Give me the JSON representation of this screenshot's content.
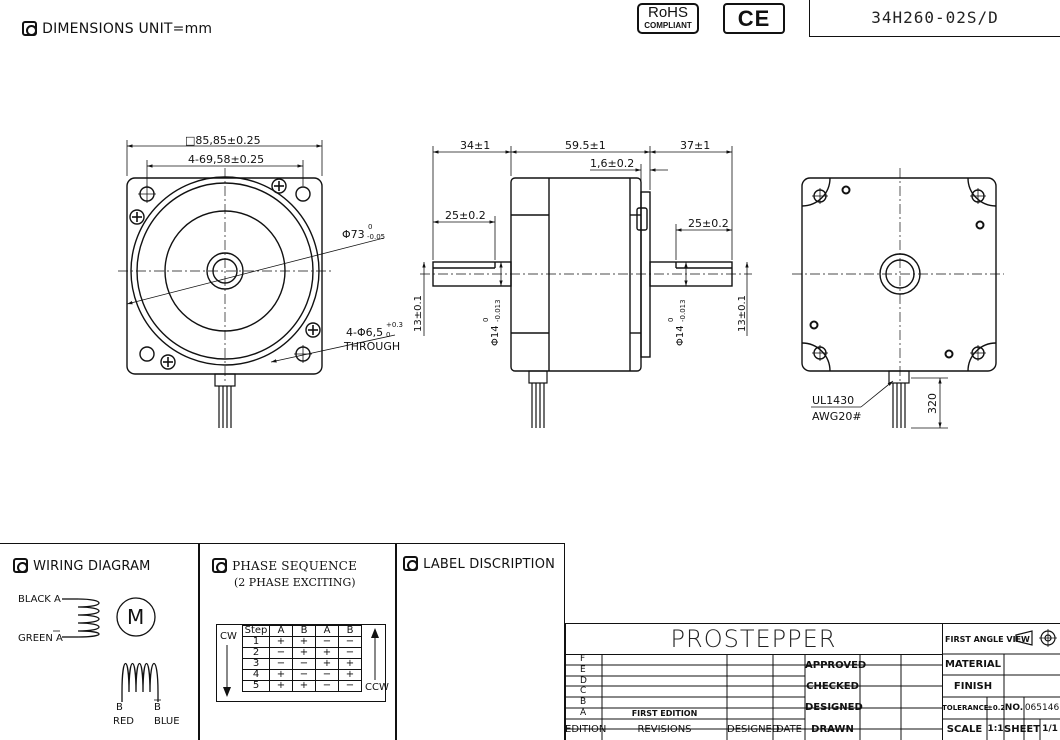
{
  "header": {
    "dimensions_label": "DIMENSIONS UNIT=mm",
    "rohs_line1": "RoHS",
    "rohs_line2": "COMPLIANT",
    "ce_mark": "CE",
    "part_number": "34H260-02S/D"
  },
  "front_view": {
    "dim_square": "□85,85±0.25",
    "dim_hole_spacing": "4-69,58±0.25",
    "dim_pilot": "Φ73",
    "dim_pilot_tol_upper": "0",
    "dim_pilot_tol_lower": "-0.05",
    "dim_holes": "4-Φ6,5",
    "dim_holes_tol_upper": "+0.3",
    "dim_holes_tol_lower": "0",
    "dim_holes_note": "THROUGH"
  },
  "side_view": {
    "dim_shaft_front": "34±1",
    "dim_body": "59.5±1",
    "dim_shaft_rear": "37±1",
    "dim_flange": "1,6±0.2",
    "dim_flat_front": "25±0.2",
    "dim_flat_rear": "25±0.2",
    "dim_flat_height_left": "13±0.1",
    "dim_flat_height_right": "13±0.1",
    "dim_shaft_dia_left": "Φ14",
    "dim_shaft_dia_left_tol_upper": "0",
    "dim_shaft_dia_left_tol_lower": "-0.013",
    "dim_shaft_dia_right": "Φ14",
    "dim_shaft_dia_right_tol_upper": "0",
    "dim_shaft_dia_right_tol_lower": "-0.013"
  },
  "rear_view": {
    "cable_standard": "UL1430",
    "cable_gauge": "AWG20#",
    "cable_length": "320"
  },
  "wiring": {
    "title": "WIRING DIAGRAM",
    "black_a": "BLACK A",
    "green_a_bar": "GREEN A",
    "motor_symbol": "M",
    "b_label": "B",
    "b_bar_label": "B",
    "red": "RED",
    "blue": "BLUE"
  },
  "phase": {
    "title": "PHASE SEQUENCE",
    "subtitle": "(2 PHASE EXCITING)",
    "cw": "CW",
    "ccw": "CCW",
    "headers": [
      "Step",
      "A",
      "B",
      "A",
      "B"
    ],
    "rows": [
      [
        "1",
        "+",
        "+",
        "−",
        "−"
      ],
      [
        "2",
        "−",
        "+",
        "+",
        "−"
      ],
      [
        "3",
        "−",
        "−",
        "+",
        "+"
      ],
      [
        "4",
        "+",
        "−",
        "−",
        "+"
      ],
      [
        "5",
        "+",
        "+",
        "−",
        "−"
      ]
    ]
  },
  "label_section": {
    "title": "LABEL DISCRIPTION"
  },
  "title_block": {
    "brand": "PROSTEPPER",
    "first_angle": "FIRST ANGLE VIEW",
    "material": "MATERIAL",
    "finish": "FINISH",
    "tolerance": "TOLERANCE",
    "tolerance_value": "±0.2",
    "no_label": "NO.",
    "no_value": "065146",
    "scale_label": "SCALE",
    "scale_value": "1:1",
    "sheet_label": "SHEET",
    "sheet_value": "1/1",
    "approved": "APPROVED",
    "checked": "CHECKED",
    "designed": "DESIGNED",
    "drawn": "DRAWN",
    "editions": [
      "F",
      "E",
      "D",
      "C",
      "B",
      "A"
    ],
    "first_edition": "FIRST EDITION",
    "col_edition": "EDITION",
    "col_revisions": "REVISIONS",
    "col_designed": "DESIGNED",
    "col_date": "DATE"
  }
}
